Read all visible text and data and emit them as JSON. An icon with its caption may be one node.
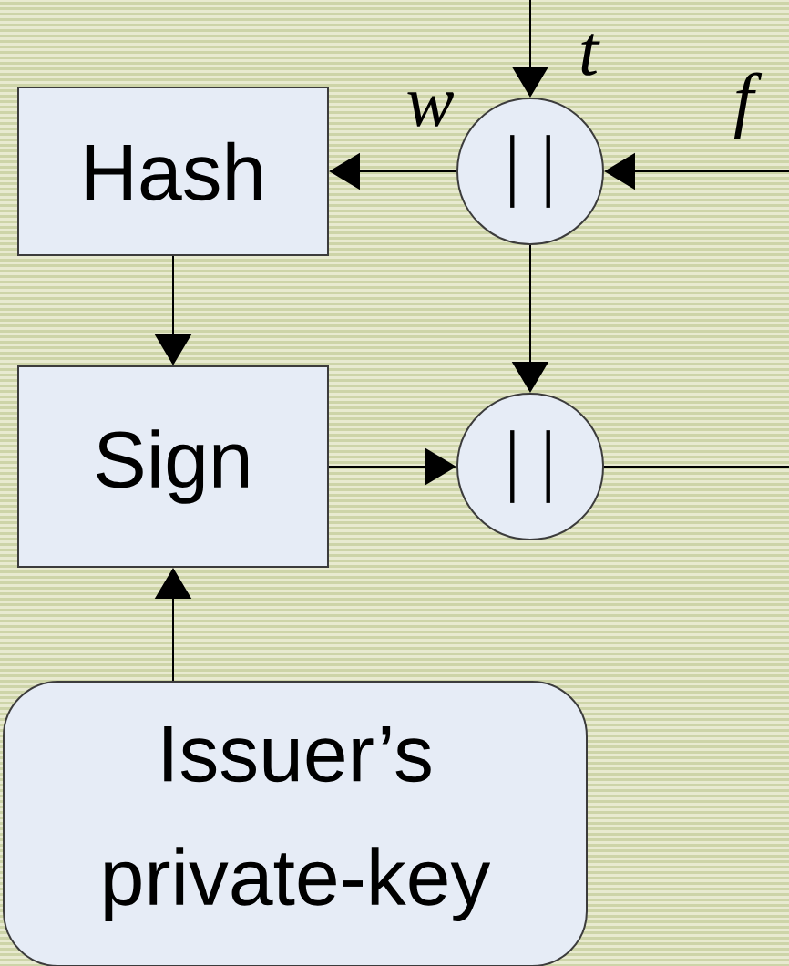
{
  "diagram": {
    "nodes": [
      {
        "text": [
          "Hash"
        ]
      },
      {
        "text": [
          "Sign"
        ]
      },
      {
        "text": [
          "| |"
        ]
      },
      {
        "text": [
          "| |"
        ]
      },
      {
        "text": [
          "Issuer’s private-key"
        ]
      }
    ],
    "edges": [
      {
        "from": null,
        "to": 2,
        "arrow": "to",
        "label": "t"
      },
      {
        "from": null,
        "to": 2,
        "arrow": "to",
        "label": "f"
      },
      {
        "from": 2,
        "to": 0,
        "arrow": "to",
        "label": "w"
      },
      {
        "from": 0,
        "to": 1,
        "arrow": "to"
      },
      {
        "from": 2,
        "to": 3,
        "arrow": "to"
      },
      {
        "from": 1,
        "to": 3,
        "arrow": "to"
      },
      {
        "from": 3,
        "to": null,
        "arrow": "none"
      },
      {
        "from": 4,
        "to": 1,
        "arrow": "to"
      }
    ]
  }
}
